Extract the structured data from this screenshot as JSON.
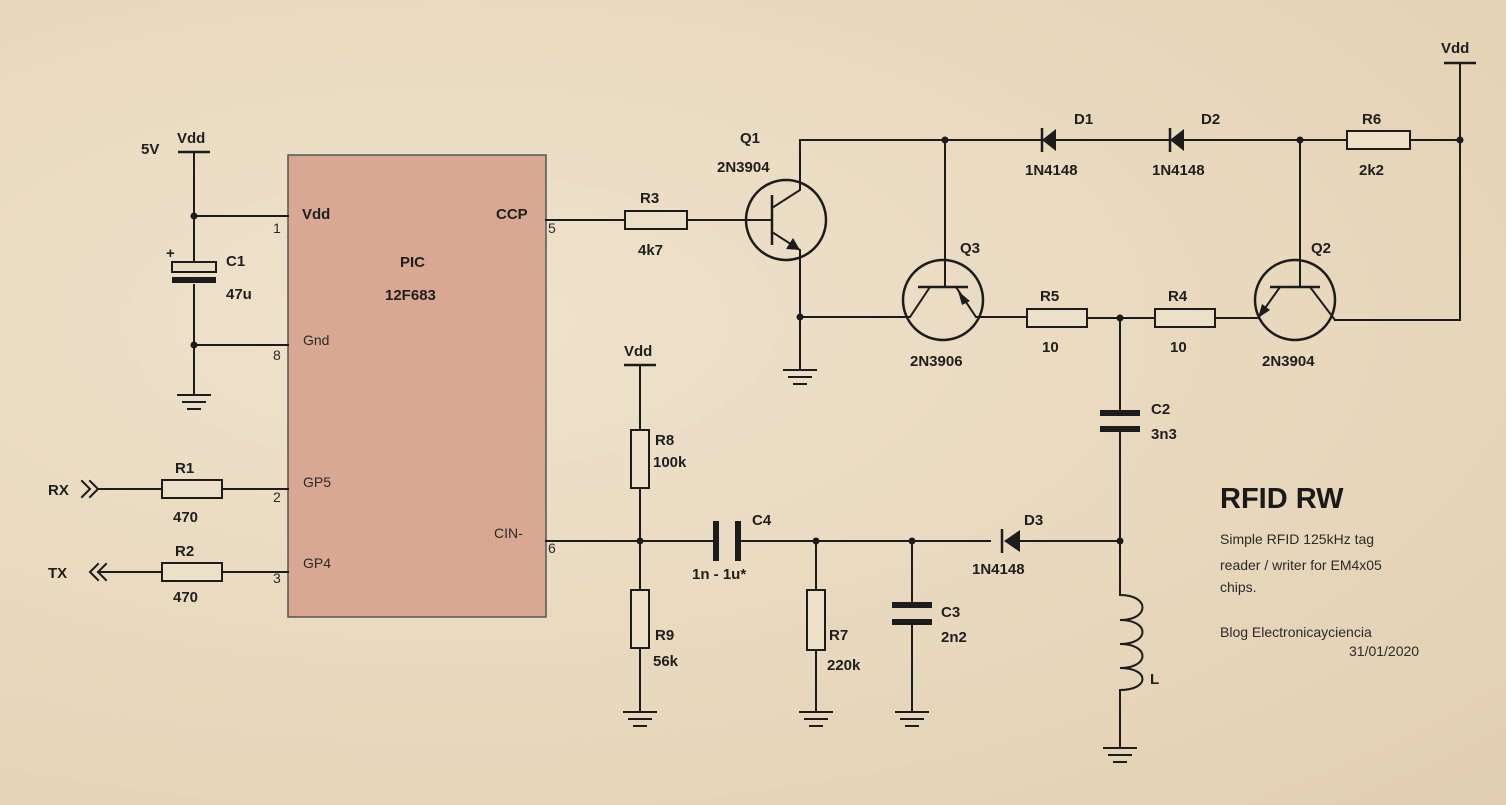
{
  "supply": {
    "five_v": "5V",
    "vdd": "Vdd"
  },
  "pic": {
    "name": "PIC",
    "part": "12F683",
    "pins": [
      {
        "name": "Vdd",
        "number": "1"
      },
      {
        "name": "Gnd",
        "number": "8"
      },
      {
        "name": "GP5",
        "number": "2"
      },
      {
        "name": "GP4",
        "number": "3"
      },
      {
        "name": "CCP",
        "number": "5"
      },
      {
        "name": "CIN-",
        "number": "6"
      }
    ]
  },
  "ports": {
    "rx": "RX",
    "tx": "TX"
  },
  "components": {
    "C1": {
      "ref": "C1",
      "value": "47u"
    },
    "C2": {
      "ref": "C2",
      "value": "3n3"
    },
    "C3": {
      "ref": "C3",
      "value": "2n2"
    },
    "C4": {
      "ref": "C4",
      "value": "1n - 1u*"
    },
    "R1": {
      "ref": "R1",
      "value": "470"
    },
    "R2": {
      "ref": "R2",
      "value": "470"
    },
    "R3": {
      "ref": "R3",
      "value": "4k7"
    },
    "R4": {
      "ref": "R4",
      "value": "10"
    },
    "R5": {
      "ref": "R5",
      "value": "10"
    },
    "R6": {
      "ref": "R6",
      "value": "2k2"
    },
    "R7": {
      "ref": "R7",
      "value": "220k"
    },
    "R8": {
      "ref": "R8",
      "value": "100k"
    },
    "R9": {
      "ref": "R9",
      "value": "56k"
    },
    "Q1": {
      "ref": "Q1",
      "value": "2N3904"
    },
    "Q2": {
      "ref": "Q2",
      "value": "2N3904"
    },
    "Q3": {
      "ref": "Q3",
      "value": "2N3906"
    },
    "D1": {
      "ref": "D1",
      "value": "1N4148"
    },
    "D2": {
      "ref": "D2",
      "value": "1N4148"
    },
    "D3": {
      "ref": "D3",
      "value": "1N4148"
    },
    "L": {
      "ref": "L"
    }
  },
  "info": {
    "title": "RFID RW",
    "description_lines": [
      "Simple RFID 125kHz tag",
      "reader / writer for EM4x05",
      "chips."
    ],
    "credit": "Blog Electronicayciencia",
    "date": "31/01/2020"
  },
  "colors": {
    "ink": "#1c1c1c",
    "chip_fill": "#d9a892",
    "paper": "#eadcc3"
  }
}
